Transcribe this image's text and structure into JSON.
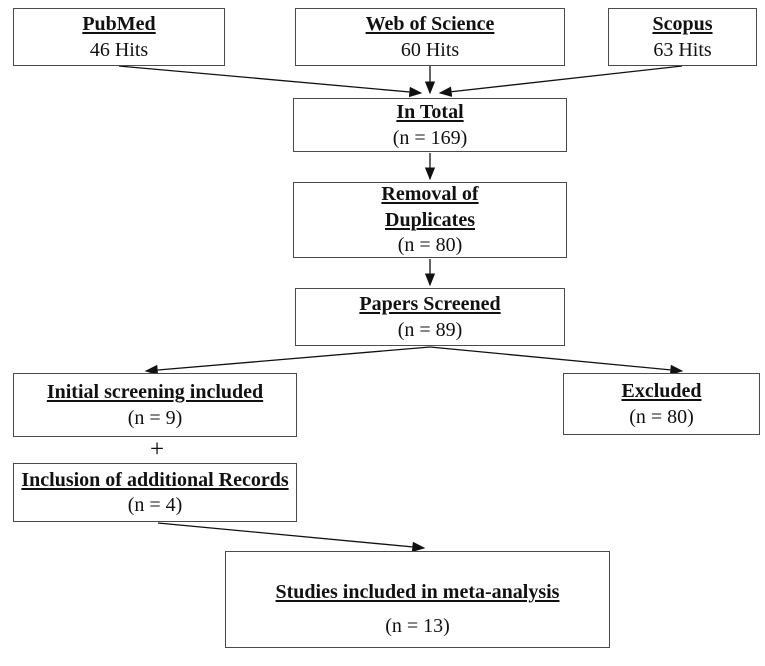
{
  "diagram": {
    "type": "prisma-flowchart",
    "nodes": {
      "pubmed": {
        "title": "PubMed",
        "subtitle": "46 Hits"
      },
      "wos": {
        "title": "Web of Science",
        "subtitle": "60 Hits"
      },
      "scopus": {
        "title": "Scopus",
        "subtitle": "63 Hits"
      },
      "total": {
        "title": "In Total",
        "subtitle": "(n = 169)"
      },
      "dupes": {
        "title_lines": [
          "Removal of",
          "Duplicates"
        ],
        "subtitle": "(n = 80)"
      },
      "screened": {
        "title": "Papers Screened",
        "subtitle": "(n = 89)"
      },
      "included": {
        "title": "Initial screening included",
        "subtitle": "(n = 9)"
      },
      "excluded": {
        "title": "Excluded",
        "subtitle": "(n = 80)"
      },
      "additional": {
        "title": "Inclusion of additional Records",
        "subtitle": "(n = 4)"
      },
      "final": {
        "title": "Studies included in meta-analysis",
        "subtitle": "(n = 13)"
      }
    },
    "plus_sign": "+",
    "edges": [
      "pubmed->total",
      "wos->total",
      "scopus->total",
      "total->dupes",
      "dupes->screened",
      "screened->included",
      "screened->excluded",
      "additional->final"
    ],
    "colors": {
      "background": "#ffffff",
      "border": "#4a4a4a",
      "line": "#111111",
      "text": "#111111"
    }
  }
}
